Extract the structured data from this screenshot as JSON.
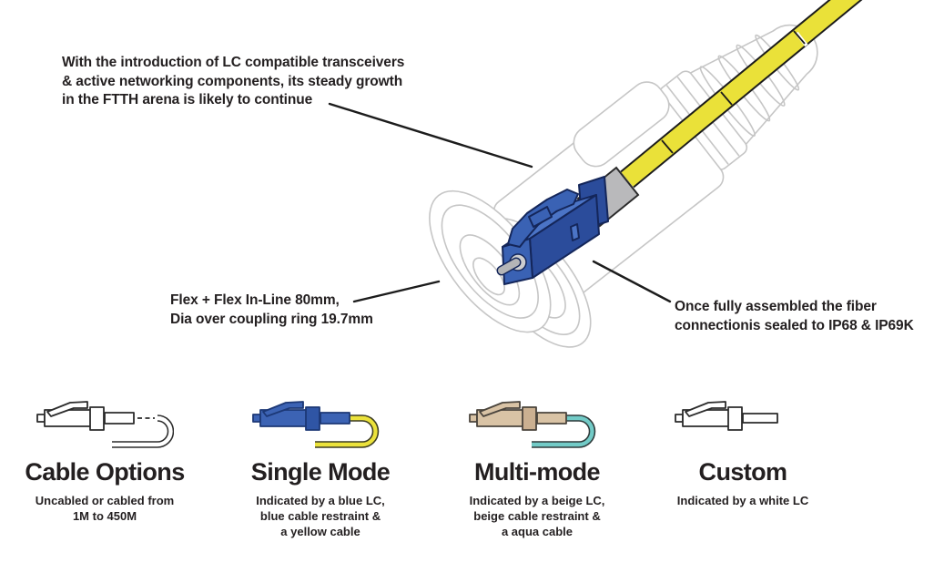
{
  "diagram": {
    "annotations": {
      "top": {
        "lines": [
          "With the introduction of LC compatible transceivers",
          "& active networking components, its steady growth",
          "in the FTTH arena is likely to continue"
        ]
      },
      "left": {
        "lines": [
          "Flex + Flex In-Line 80mm,",
          "Dia over coupling ring 19.7mm"
        ]
      },
      "right": {
        "lines": [
          "Once fully assembled the fiber",
          "connectionis sealed to IP68 & IP69K"
        ]
      }
    },
    "illustration": {
      "parts": [
        "inline-housing-outline",
        "lc-connector",
        "cable-boot",
        "fiber-cable"
      ],
      "colors": {
        "outline_gray": "#c6c6c6",
        "lc_blue": "#3a62b4",
        "lc_blue_light": "#4b74c6",
        "lc_blue_dark": "#2b4c9b",
        "lc_outline": "#14265a",
        "boot_gray": "#b9b9bb",
        "ferrule_gray": "#b4b5b7",
        "cable_yellow": "#eae139",
        "line_black": "#1c1c1c"
      }
    }
  },
  "options": {
    "cards": [
      {
        "title": "Cable Options",
        "description": [
          "Uncabled or cabled from",
          "1M to 450M"
        ],
        "icon": "lc-connector-uncabled-icon",
        "lc_color": "#ffffff",
        "restraint_color": "#ffffff",
        "outline_color": "#2b2b2b",
        "cable_color": "#ffffff",
        "cable_outline_color": "#2b2b2b",
        "cable_style": "detached-dashed"
      },
      {
        "title": "Single Mode",
        "description": [
          "Indicated by a blue LC,",
          "blue cable restraint &",
          "a yellow cable"
        ],
        "icon": "lc-connector-blue-yellow-icon",
        "lc_color": "#3c63b4",
        "restraint_color": "#2f55a5",
        "outline_color": "#1c3876",
        "cable_color": "#ebe23b",
        "cable_outline_color": "#3c3c22",
        "cable_style": "attached"
      },
      {
        "title": "Multi-mode",
        "description": [
          "Indicated by a beige LC,",
          "beige cable restraint &",
          "a aqua cable"
        ],
        "icon": "lc-connector-beige-aqua-icon",
        "lc_color": "#d9c3a5",
        "restraint_color": "#cbb091",
        "outline_color": "#4a443c",
        "cable_color": "#72cbc7",
        "cable_outline_color": "#2e3a3a",
        "cable_style": "attached"
      },
      {
        "title": "Custom",
        "description": [
          "Indicated by a white LC"
        ],
        "icon": "lc-connector-white-icon",
        "lc_color": "#ffffff",
        "restraint_color": "#ffffff",
        "outline_color": "#2b2b2b",
        "cable_color": null,
        "cable_style": "none"
      }
    ]
  }
}
